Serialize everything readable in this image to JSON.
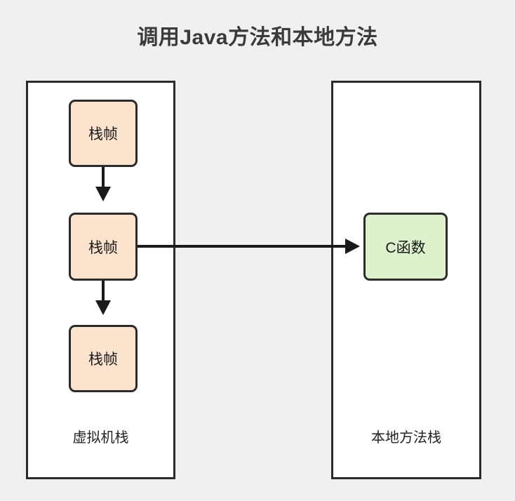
{
  "diagram": {
    "title": "调用Java方法和本地方法",
    "background_color": "#f0f0f0",
    "containers": [
      {
        "id": "vm-stack",
        "label": "虚拟机栈",
        "fill": "#ffffff",
        "stroke": "#2b2b2b"
      },
      {
        "id": "native-stack",
        "label": "本地方法栈",
        "fill": "#ffffff",
        "stroke": "#2b2b2b"
      }
    ],
    "nodes": [
      {
        "id": "frame-1",
        "label": "栈帧",
        "fill": "#fbe3cd",
        "stroke": "#2b2b2b"
      },
      {
        "id": "frame-2",
        "label": "栈帧",
        "fill": "#fbe3cd",
        "stroke": "#2b2b2b"
      },
      {
        "id": "frame-3",
        "label": "栈帧",
        "fill": "#fbe3cd",
        "stroke": "#2b2b2b"
      },
      {
        "id": "c-function",
        "label": "C函数",
        "fill": "#ddf2cc",
        "stroke": "#2b2b2b"
      }
    ],
    "edges": [
      {
        "id": "edge-v1",
        "from": "frame-1",
        "to": "frame-2",
        "direction": "down",
        "color": "#1a1a1a"
      },
      {
        "id": "edge-v2",
        "from": "frame-2",
        "to": "frame-3",
        "direction": "down",
        "color": "#1a1a1a"
      },
      {
        "id": "edge-h1",
        "from": "frame-2",
        "to": "c-function",
        "direction": "right",
        "color": "#1a1a1a"
      }
    ]
  }
}
